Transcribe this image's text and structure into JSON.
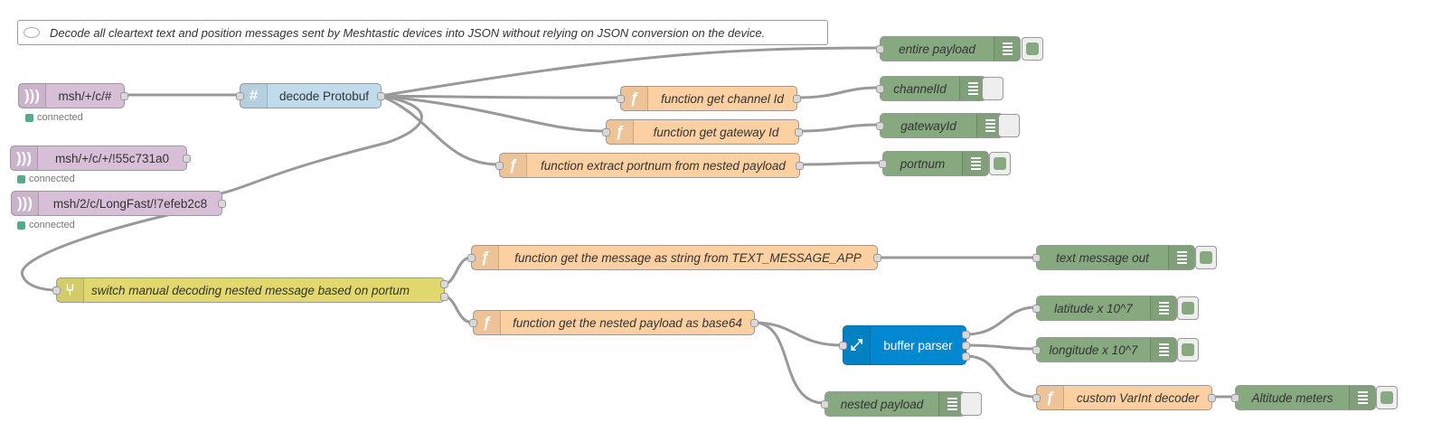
{
  "comment": "Decode all cleartext text and position messages sent by Meshtastic devices into JSON without relying on JSON conversion on the device.",
  "mqtt_in": [
    {
      "label": "msh/+/c/#",
      "status": "connected"
    },
    {
      "label": "msh/+/c/+/!55c731a0",
      "status": "connected"
    },
    {
      "label": "msh/2/c/LongFast/!7efeb2c8",
      "status": "connected"
    }
  ],
  "protobuf": {
    "label": "decode Protobuf"
  },
  "functions": {
    "channel": "function get channel Id",
    "gateway": "function get gateway Id",
    "portnum": "function extract portnum from nested payload",
    "text_msg": "function get the message as string from TEXT_MESSAGE_APP",
    "nested": "function get the nested payload as base64",
    "varint": "custom VarInt decoder"
  },
  "switch": {
    "label": "switch manual decoding nested message based on portum"
  },
  "buffer": {
    "label": "buffer parser"
  },
  "debug": {
    "entire": "entire payload",
    "channel": "channelId",
    "gateway": "gatewayId",
    "portnum": "portnum",
    "text_out": "text message out",
    "latitude": "latitude x 10^7",
    "longitude": "longitude x 10^7",
    "nested_payload": "nested payload",
    "altitude": "Altitude meters"
  },
  "icons": {
    "mqtt": "radio-waves-icon",
    "protobuf": "hash-icon",
    "function": "function-icon",
    "switch": "switch-icon",
    "buffer": "expand-arrows-icon",
    "debug": "debug-lines-icon",
    "comment": "speech-bubble-icon"
  },
  "colors": {
    "mqtt": "#d8bfd8",
    "protobuf": "#c0dcec",
    "function": "#fdd0a2",
    "switch": "#e2d96e",
    "debug": "#87a980",
    "buffer": "#0288d1",
    "status_connected": "#55aa88"
  }
}
